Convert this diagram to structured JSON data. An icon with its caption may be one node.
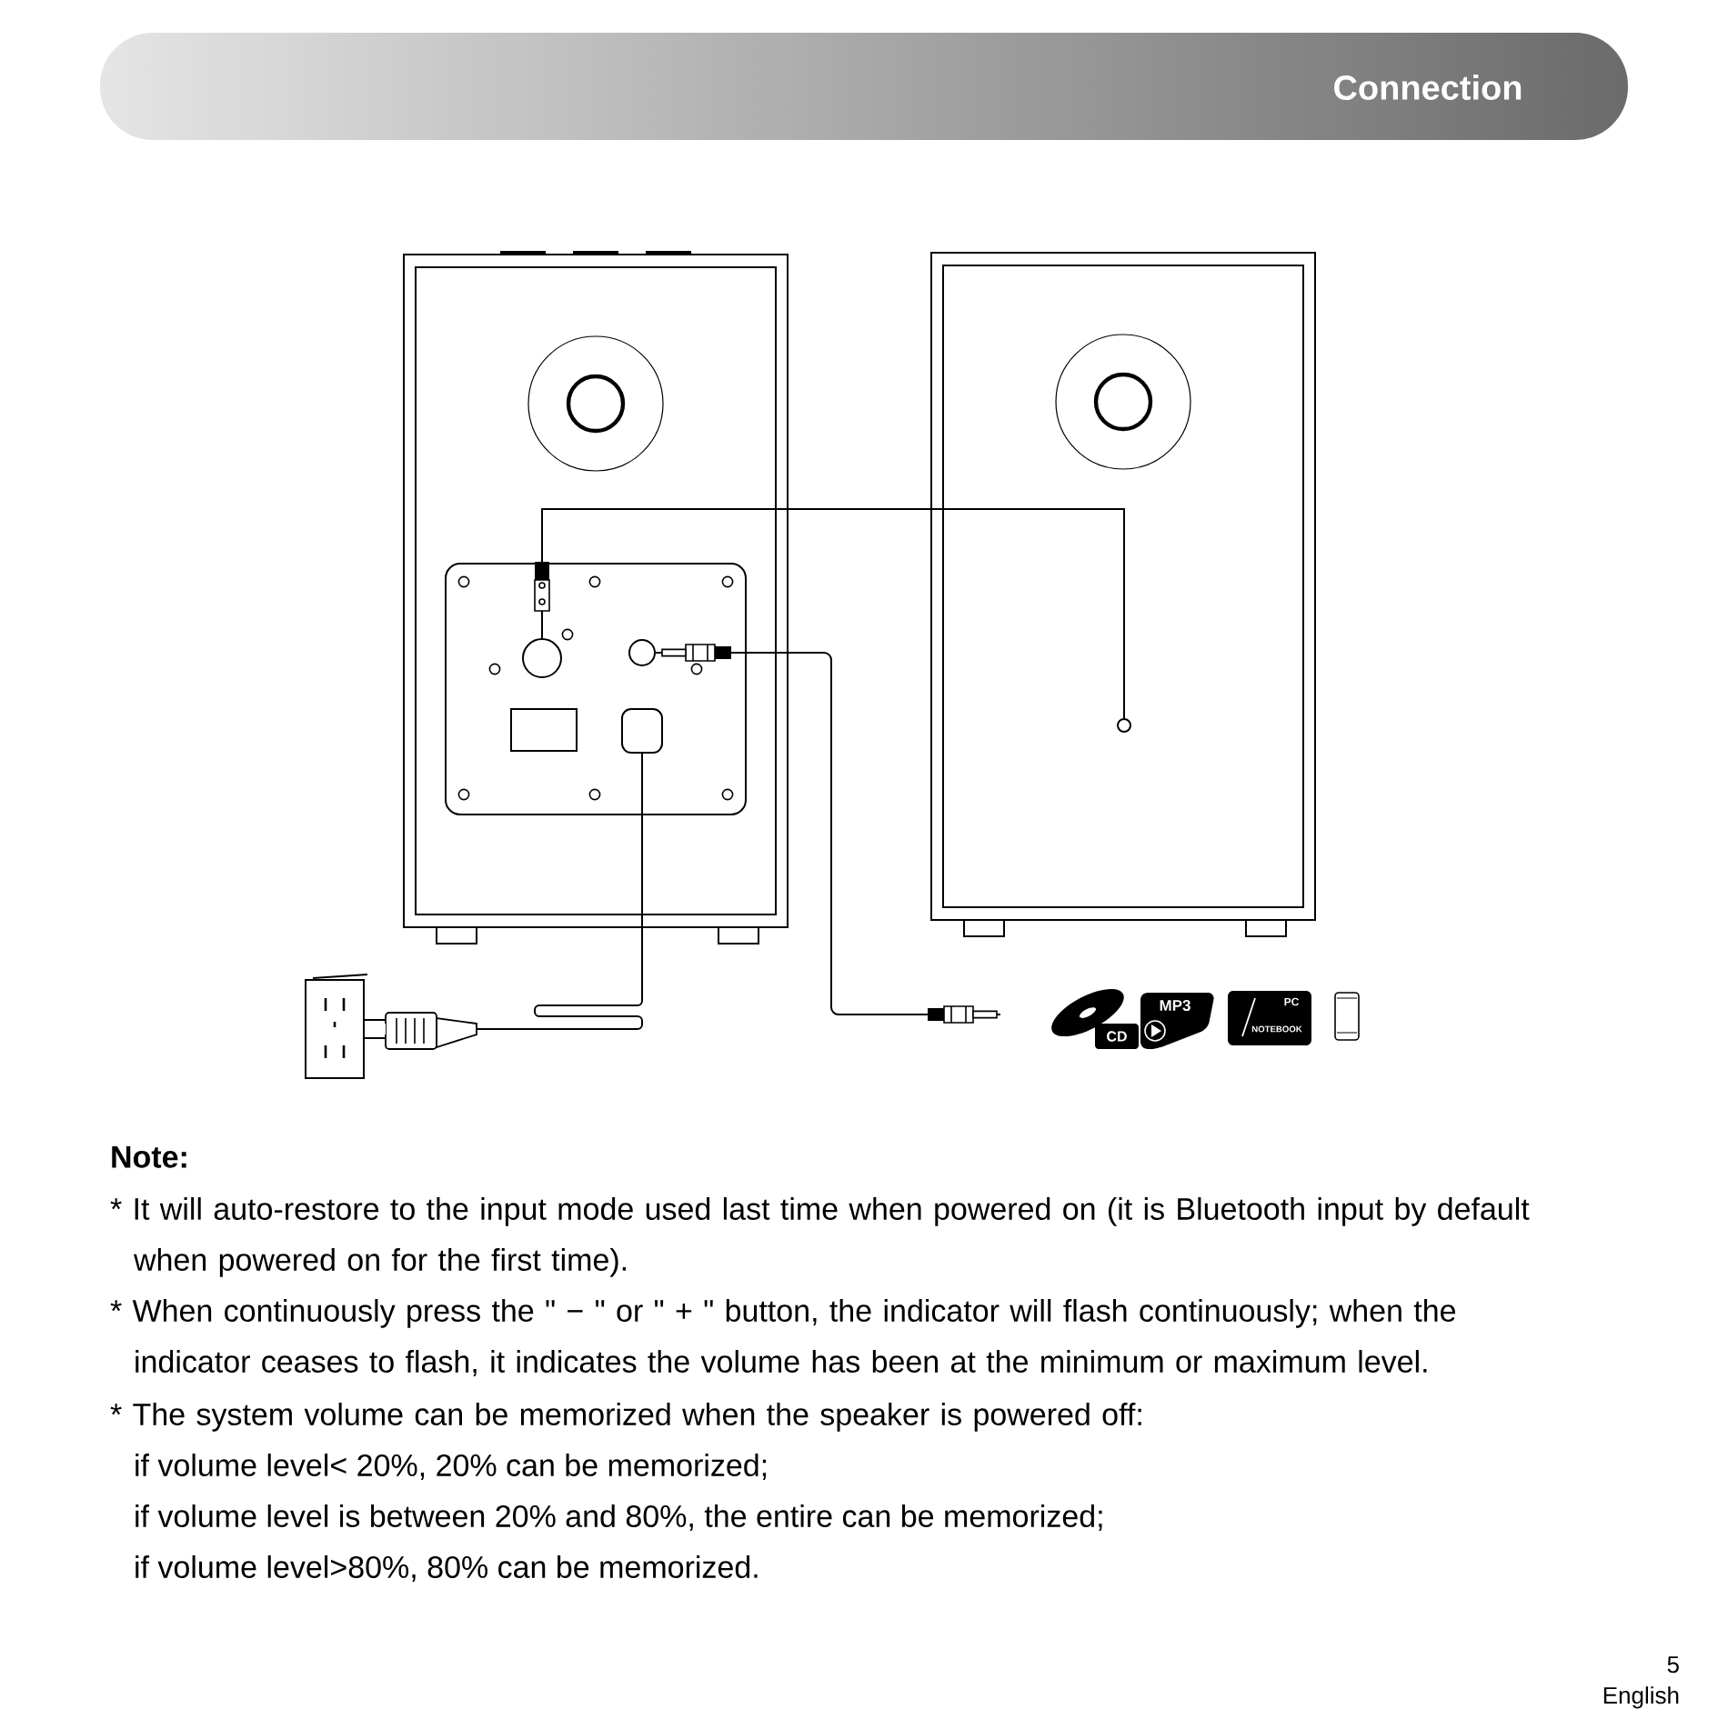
{
  "diagram": {
    "nodes": [
      {
        "text": [
          "Connection"
        ]
      },
      {
        "text": [],
        "shape": "box"
      },
      {
        "text": [],
        "shape": "circle",
        "in": 1
      },
      {
        "text": [],
        "shape": "circle",
        "in": 1
      },
      {
        "text": [],
        "shape": "box",
        "in": 1
      },
      {
        "text": [],
        "shape": "box"
      },
      {
        "text": [],
        "shape": "circle",
        "in": 5
      },
      {
        "text": [],
        "shape": "box"
      }
    ],
    "edges": [
      {
        "from": 2,
        "to": 6,
        "arrow": "none"
      },
      {
        "from": 3,
        "to": null,
        "arrow": "other"
      },
      {
        "from": 4,
        "to": 7,
        "arrow": "other"
      }
    ],
    "labels": [
      "CD",
      "MP3",
      "PC",
      "NOTEBOOK",
      "Note:",
      "* It will auto-restore to the input mode used last time when powered on (it is Bluetooth input by default when powered on for the first time).",
      "* When continuously press the \" − \" or \" + \" button, the indicator will flash continuously; when the indicator ceases to flash, it indicates the volume has been at the minimum or maximum level.",
      "* The system volume can be memorized when the speaker is powered off:",
      "if volume level< 20%, 20% can be memorized;",
      "if volume level is between 20% and 80%, the entire can be memorized;",
      "if volume level>80%, 80% can be memorized.",
      "5",
      "English"
    ]
  }
}
